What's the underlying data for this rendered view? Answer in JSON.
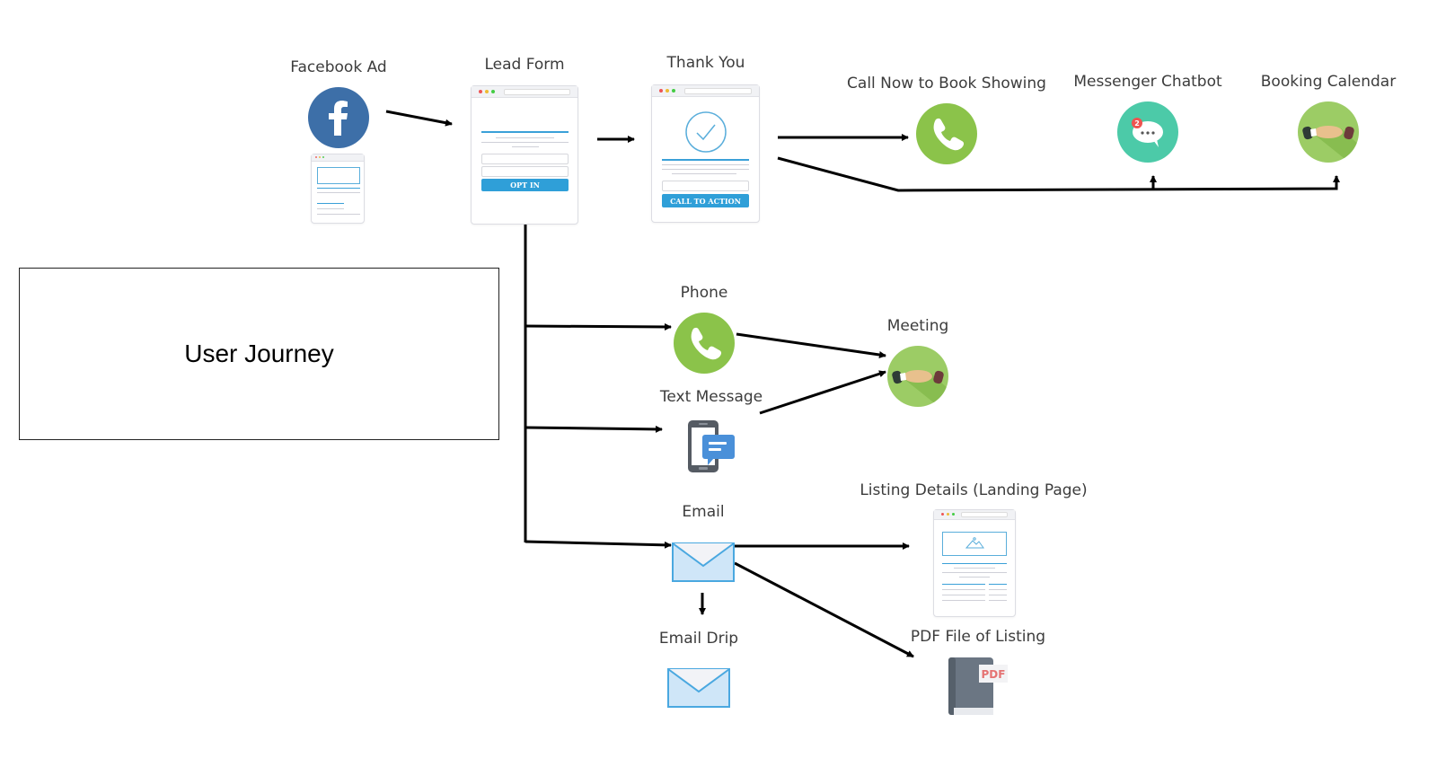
{
  "title_box": {
    "label": "User Journey"
  },
  "nodes": {
    "facebook_ad": {
      "label": "Facebook Ad",
      "icon": "facebook-icon",
      "color": "#3d6fa8"
    },
    "lead_form": {
      "label": "Lead Form",
      "button": "OPT IN"
    },
    "thank_you": {
      "label": "Thank You",
      "button": "CALL TO ACTION"
    },
    "call_now": {
      "label": "Call Now to Book Showing",
      "icon": "phone-icon",
      "color": "#8bc34a"
    },
    "messenger_chatbot": {
      "label": "Messenger Chatbot",
      "icon": "chat-bubble-icon",
      "color": "#4ccaa8",
      "badge": "2"
    },
    "booking_calendar": {
      "label": "Booking Calendar",
      "icon": "handshake-icon",
      "color": "#8bc34a"
    },
    "phone": {
      "label": "Phone",
      "icon": "phone-icon",
      "color": "#8bc34a"
    },
    "meeting": {
      "label": "Meeting",
      "icon": "handshake-icon",
      "color": "#8bc34a"
    },
    "text_message": {
      "label": "Text Message",
      "icon": "smartphone-message-icon"
    },
    "email": {
      "label": "Email",
      "icon": "envelope-icon"
    },
    "email_drip": {
      "label": "Email Drip",
      "icon": "envelope-icon"
    },
    "listing_details": {
      "label": "Listing Details (Landing Page)",
      "icon": "landing-page-icon"
    },
    "pdf_file": {
      "label": "PDF File of Listing",
      "icon": "pdf-book-icon",
      "badge": "PDF"
    }
  },
  "edges": [
    [
      "facebook_ad",
      "lead_form"
    ],
    [
      "lead_form",
      "thank_you"
    ],
    [
      "thank_you",
      "call_now"
    ],
    [
      "thank_you",
      "messenger_chatbot"
    ],
    [
      "thank_you",
      "booking_calendar"
    ],
    [
      "lead_form",
      "phone"
    ],
    [
      "lead_form",
      "text_message"
    ],
    [
      "lead_form",
      "email"
    ],
    [
      "phone",
      "meeting"
    ],
    [
      "text_message",
      "meeting"
    ],
    [
      "email",
      "listing_details"
    ],
    [
      "email",
      "pdf_file"
    ],
    [
      "email",
      "email_drip"
    ]
  ]
}
